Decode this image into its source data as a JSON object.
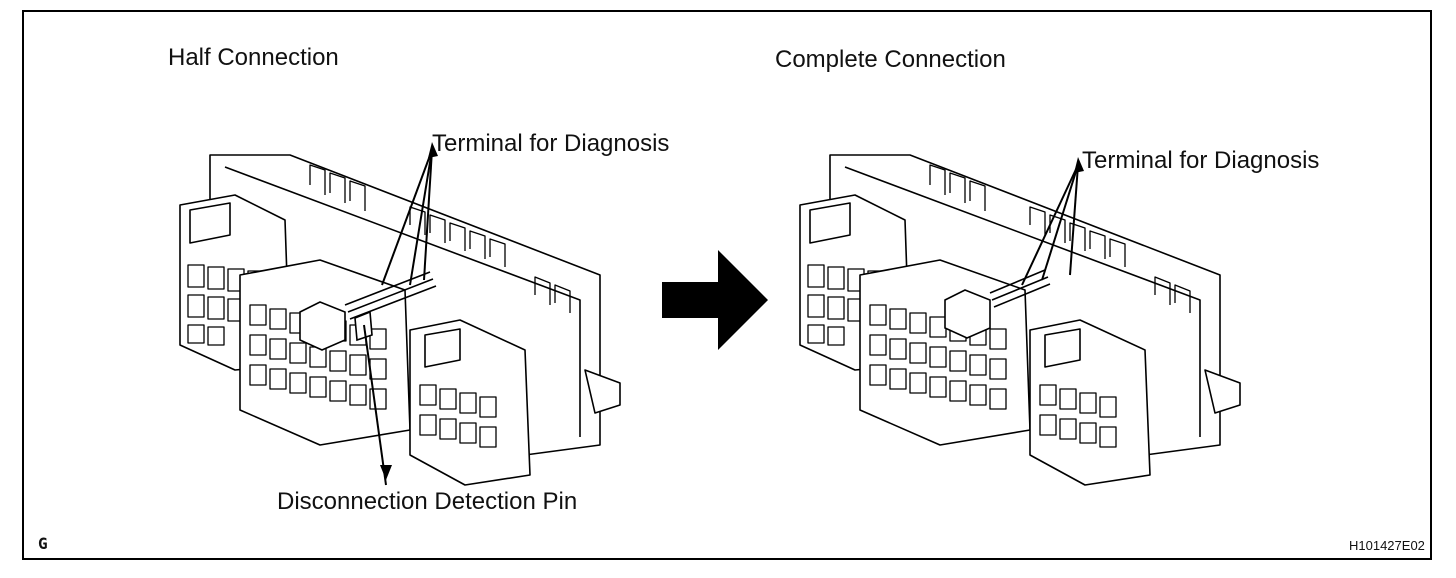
{
  "labels": {
    "left_title": "Half Connection",
    "right_title": "Complete Connection",
    "left_terminal": "Terminal for Diagnosis",
    "right_terminal": "Terminal for Diagnosis",
    "detection_pin": "Disconnection Detection Pin",
    "corner_letter": "G",
    "figure_code": "H101427E02"
  }
}
